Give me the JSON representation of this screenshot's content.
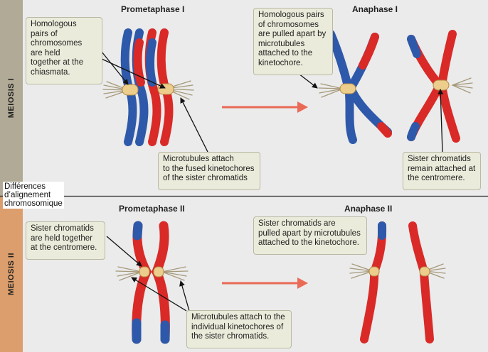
{
  "colors": {
    "meiosis1_band": "#b1aa96",
    "meiosis2_band": "#dc9e6d",
    "panel_bg": "#ebebeb",
    "chromosome_blue": "#2e59aa",
    "chromosome_red": "#d92a27",
    "kinetochore": "#edcd8c",
    "arrow": "#ea6a55"
  },
  "sections": {
    "meiosis1": "MEIOSIS I",
    "meiosis2": "MEIOSIS II"
  },
  "overlay_label": {
    "line1": "Différences",
    "line2": "d’alignement",
    "line3": "chromosomique"
  },
  "titles": {
    "prometaphase1": "Prometaphase I",
    "anaphase1": "Anaphase I",
    "prometaphase2": "Prometaphase II",
    "anaphase2": "Anaphase II"
  },
  "callouts": {
    "homologous_held": [
      "Homologous",
      "pairs of",
      "chromosomes",
      "are held",
      "together at the",
      "chiasmata."
    ],
    "homologous_pulled": [
      "Homologous pairs",
      "of chromosomes",
      "are pulled apart by",
      "microtubules",
      "attached to the",
      "kinetochore."
    ],
    "microtubules_fused": [
      "Microtubules attach",
      "to the fused kinetochores",
      "of the sister chromatids"
    ],
    "sister_remain": [
      "Sister chromatids",
      "remain attached at",
      "the centromere."
    ],
    "sister_held": [
      "Sister chromatids",
      "are held together",
      "at the centromere."
    ],
    "sister_pulled": [
      "Sister chromatids are",
      "pulled apart by microtubules",
      "attached to the kinetochore."
    ],
    "microtubules_individual": [
      "Microtubules attach to the",
      "individual kinetochores of",
      "the sister chromatids."
    ]
  }
}
